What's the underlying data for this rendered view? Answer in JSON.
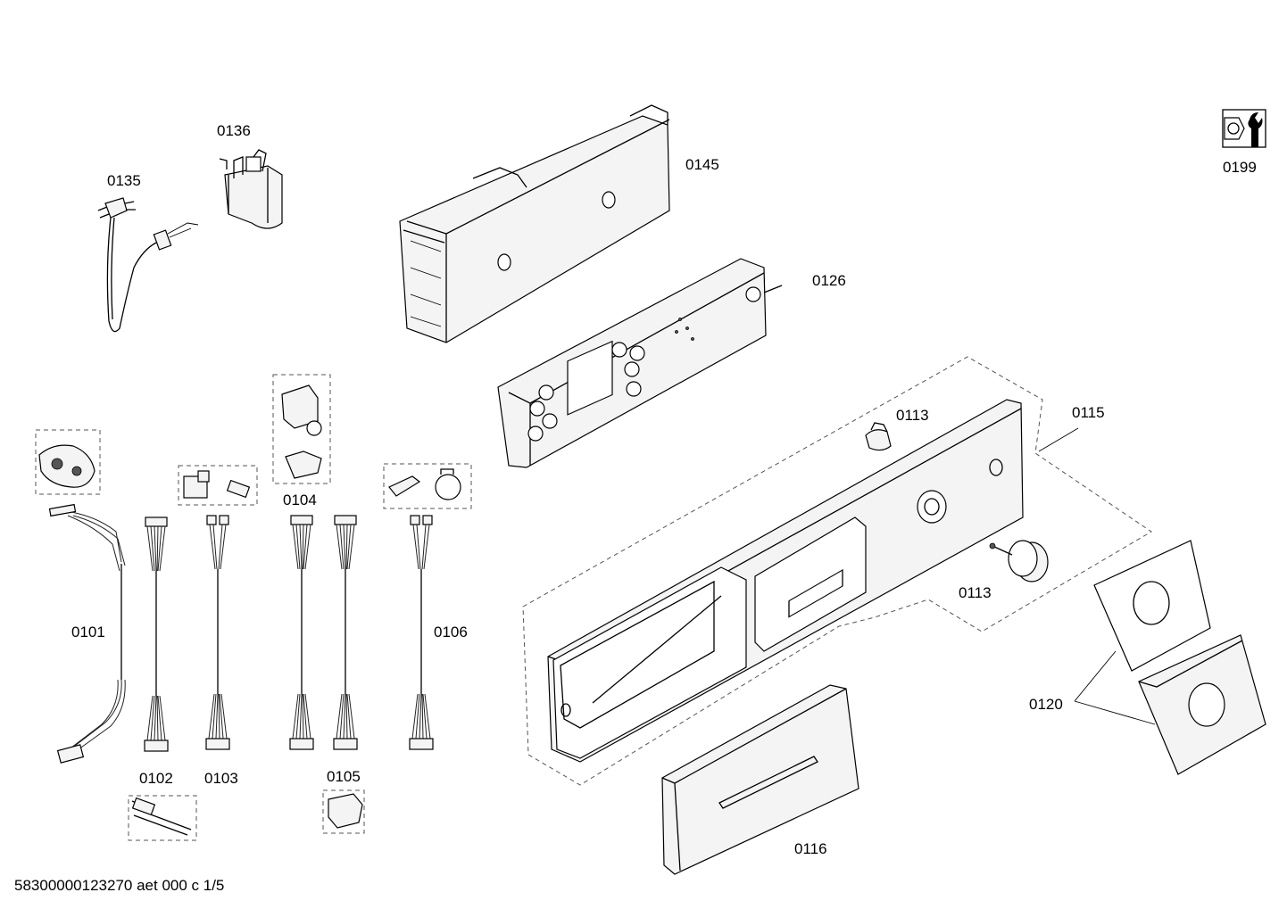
{
  "labels": {
    "p0101": "0101",
    "p0102": "0102",
    "p0103": "0103",
    "p0104": "0104",
    "p0105": "0105",
    "p0106": "0106",
    "p0113a": "0113",
    "p0113b": "0113",
    "p0115": "0115",
    "p0116": "0116",
    "p0120": "0120",
    "p0126": "0126",
    "p0135": "0135",
    "p0136": "0136",
    "p0145": "0145",
    "p0199": "0199"
  },
  "footer": "58300000123270 aet 000 c 1/5",
  "icons": {
    "service_tool": "wrench-nut-icon"
  }
}
